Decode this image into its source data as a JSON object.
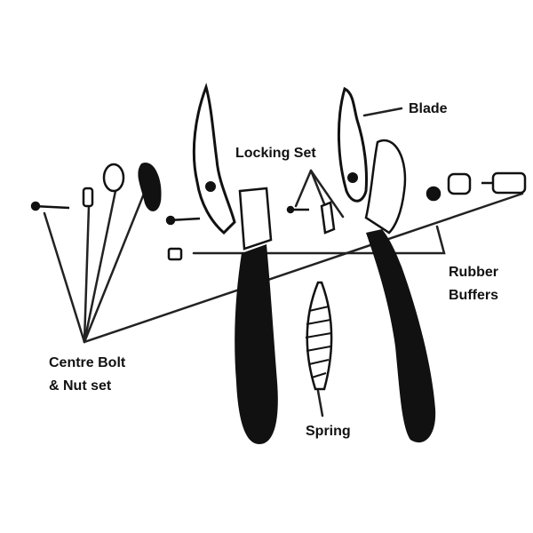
{
  "title": "Secateurs exploded parts diagram",
  "labels": {
    "blade": "Blade",
    "locking_set": "Locking Set",
    "rubber_buffers_line1": "Rubber",
    "rubber_buffers_line2": "Buffers",
    "centre_bolt_line1": "Centre Bolt",
    "centre_bolt_line2": "& Nut set",
    "spring": "Spring"
  },
  "colors": {
    "ink": "#111111",
    "background": "#ffffff"
  }
}
